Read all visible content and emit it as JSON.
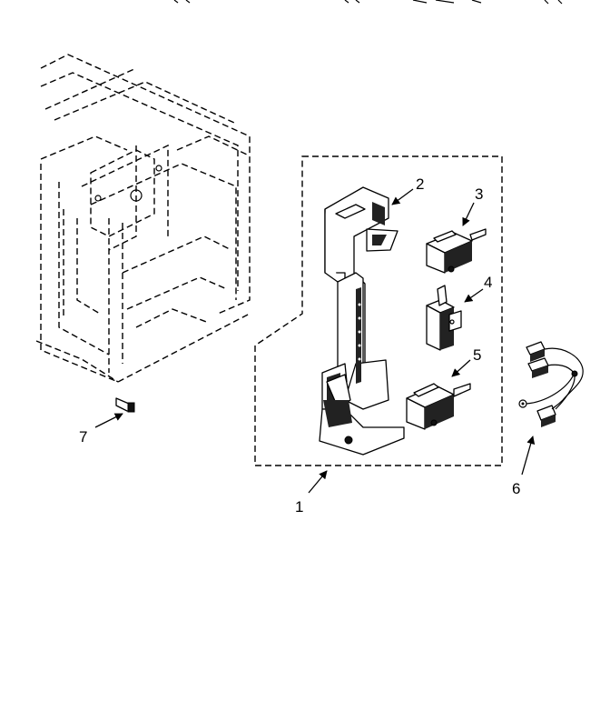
{
  "diagram": {
    "callouts": {
      "part_1": "1",
      "part_2": "2",
      "part_3": "3",
      "part_4": "4",
      "part_5": "5",
      "part_6": "6",
      "part_7": "7"
    }
  }
}
